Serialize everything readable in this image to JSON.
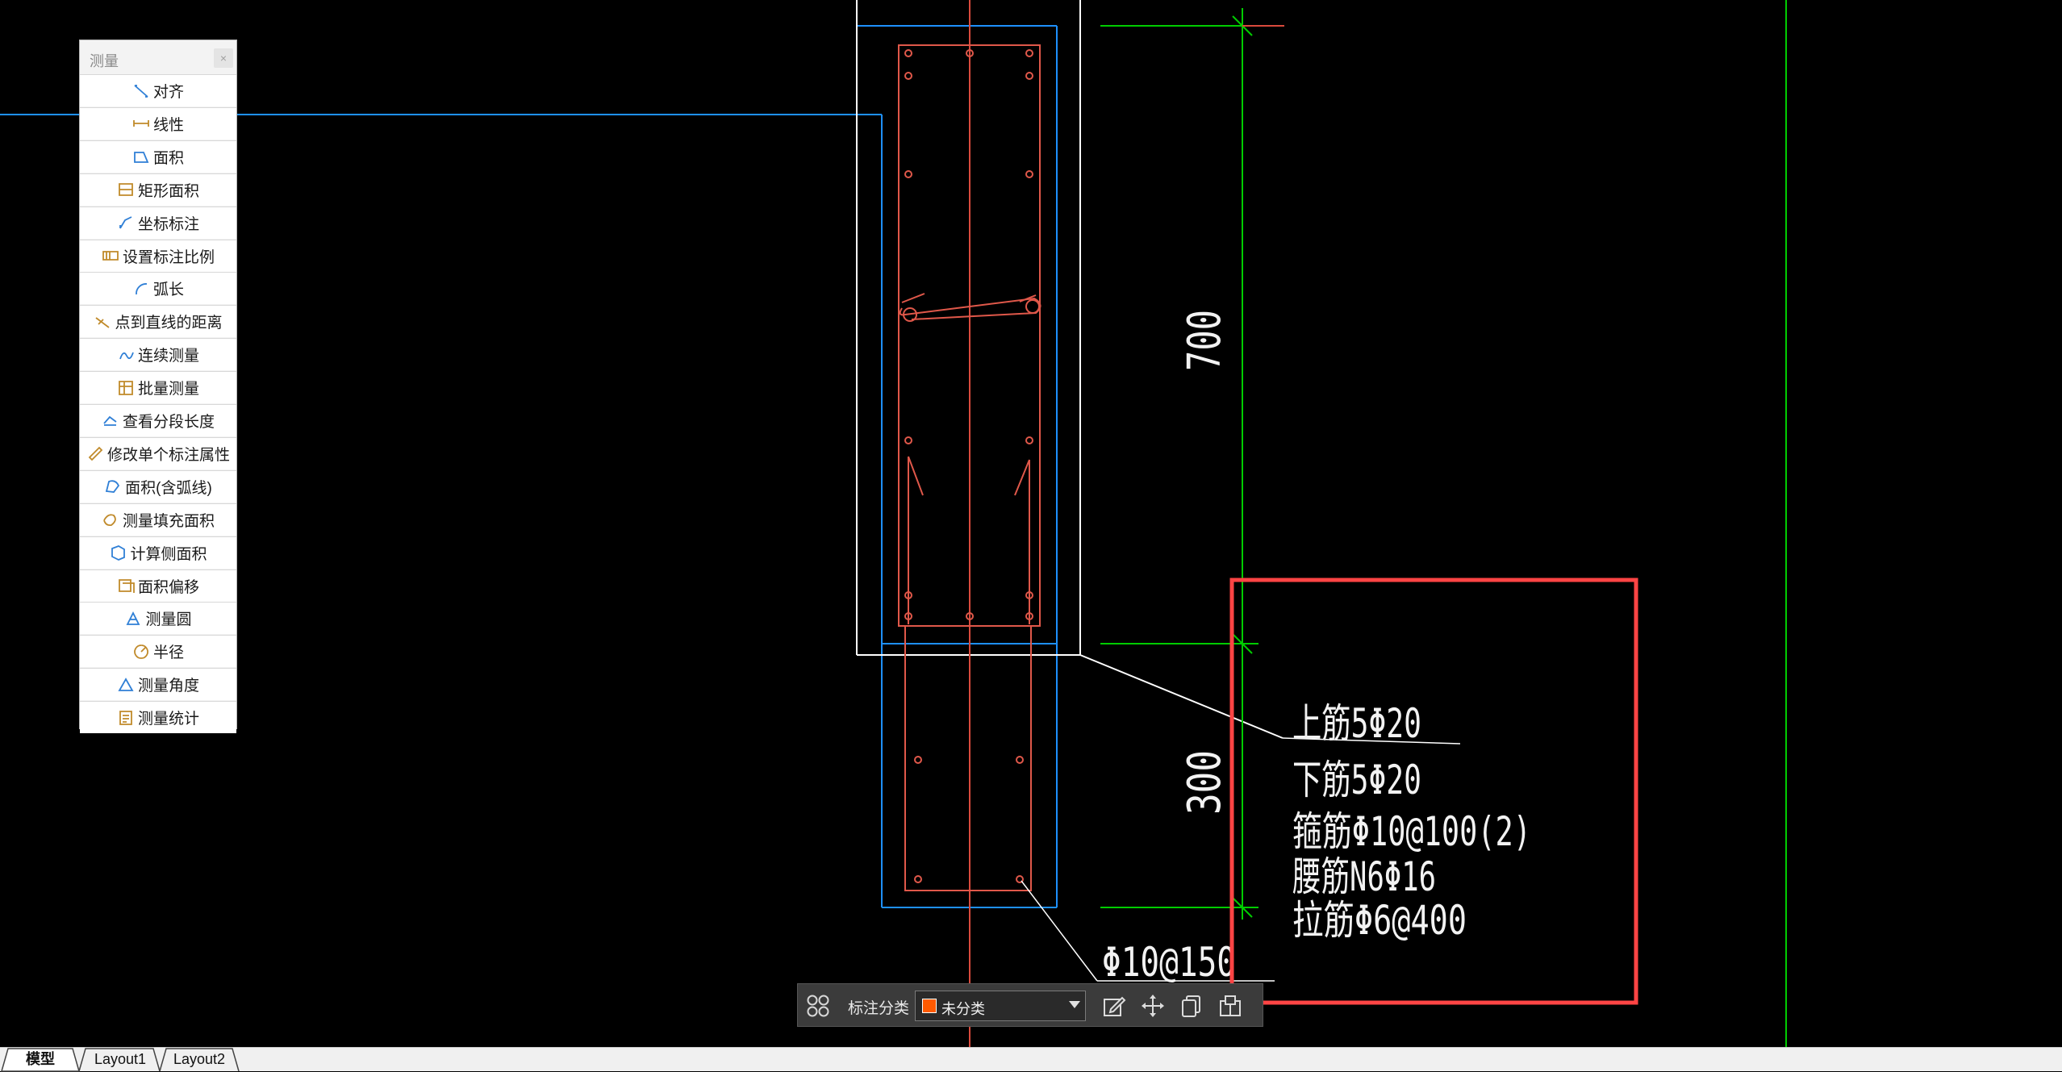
{
  "measure_panel": {
    "title": "测量",
    "close_label": "×",
    "items": [
      {
        "label": "对齐",
        "icon": "align-dimension-icon"
      },
      {
        "label": "线性",
        "icon": "linear-dimension-icon"
      },
      {
        "label": "面积",
        "icon": "area-icon"
      },
      {
        "label": "矩形面积",
        "icon": "rectangle-area-icon"
      },
      {
        "label": "坐标标注",
        "icon": "coordinate-icon"
      },
      {
        "label": "设置标注比例",
        "icon": "scale-icon"
      },
      {
        "label": "弧长",
        "icon": "arc-length-icon"
      },
      {
        "label": "点到直线的距离",
        "icon": "point-line-distance-icon"
      },
      {
        "label": "连续测量",
        "icon": "continuous-measure-icon"
      },
      {
        "label": "批量测量",
        "icon": "batch-measure-icon"
      },
      {
        "label": "查看分段长度",
        "icon": "segment-length-icon"
      },
      {
        "label": "修改单个标注属性",
        "icon": "edit-dimension-icon"
      },
      {
        "label": "面积(含弧线)",
        "icon": "area-arc-icon"
      },
      {
        "label": "测量填充面积",
        "icon": "fill-area-icon"
      },
      {
        "label": "计算侧面积",
        "icon": "side-area-icon"
      },
      {
        "label": "面积偏移",
        "icon": "area-offset-icon"
      },
      {
        "label": "测量圆",
        "icon": "circle-measure-icon"
      },
      {
        "label": "半径",
        "icon": "radius-icon"
      },
      {
        "label": "测量角度",
        "icon": "angle-icon"
      },
      {
        "label": "测量统计",
        "icon": "statistics-icon"
      }
    ]
  },
  "drawing": {
    "dim_700": "700",
    "dim_300": "300",
    "note_top_bar": "上筋5Φ20",
    "note_bottom_bar": "下筋5Φ20",
    "note_stirrup": "箍筋Φ10@100(2)",
    "note_waist_bar": "腰筋N6Φ16",
    "note_tie_bar": "拉筋Φ6@400",
    "note_slab_bar": "Φ10@150",
    "colors": {
      "beam_outline": "#ffffff",
      "slab_outline": "#1e90ff",
      "rebar": "#e0584a",
      "dimension": "#00cc00",
      "highlight": "#ff4444",
      "text": "#f2f2f2"
    }
  },
  "annotation_toolbar": {
    "category_label": "标注分类",
    "category_value": "未分类",
    "swatch_color": "#ff5a00",
    "buttons": [
      "edit-icon",
      "move-icon",
      "copy-icon",
      "paste-icon"
    ]
  },
  "tabs": {
    "model": "模型",
    "layout1": "Layout1",
    "layout2": "Layout2"
  }
}
